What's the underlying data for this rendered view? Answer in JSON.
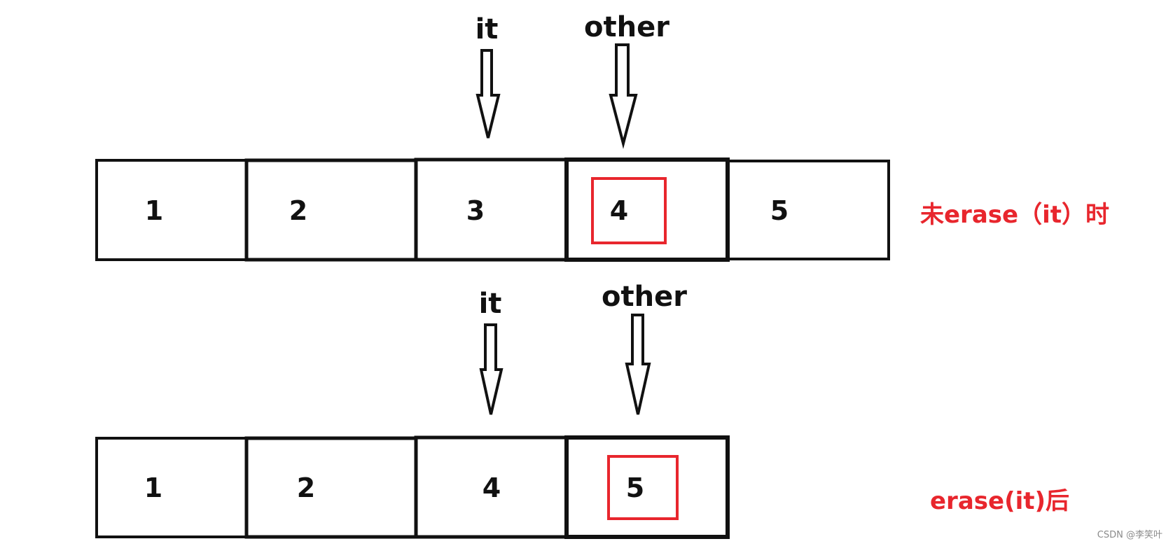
{
  "colors": {
    "stroke": "#111111",
    "highlight": "#e8262d",
    "caption": "#e8262d",
    "watermark": "#8a8a8a"
  },
  "before": {
    "cells": [
      "1",
      "2",
      "3",
      "4",
      "5"
    ],
    "pointers": {
      "it": "it",
      "other": "other"
    },
    "highlight_index": 3,
    "caption": "未erase（it）时"
  },
  "after": {
    "cells": [
      "1",
      "2",
      "4",
      "5"
    ],
    "pointers": {
      "it": "it",
      "other": "other"
    },
    "highlight_index": 3,
    "caption": "erase(it)后"
  },
  "watermark": "CSDN @李笑叶"
}
